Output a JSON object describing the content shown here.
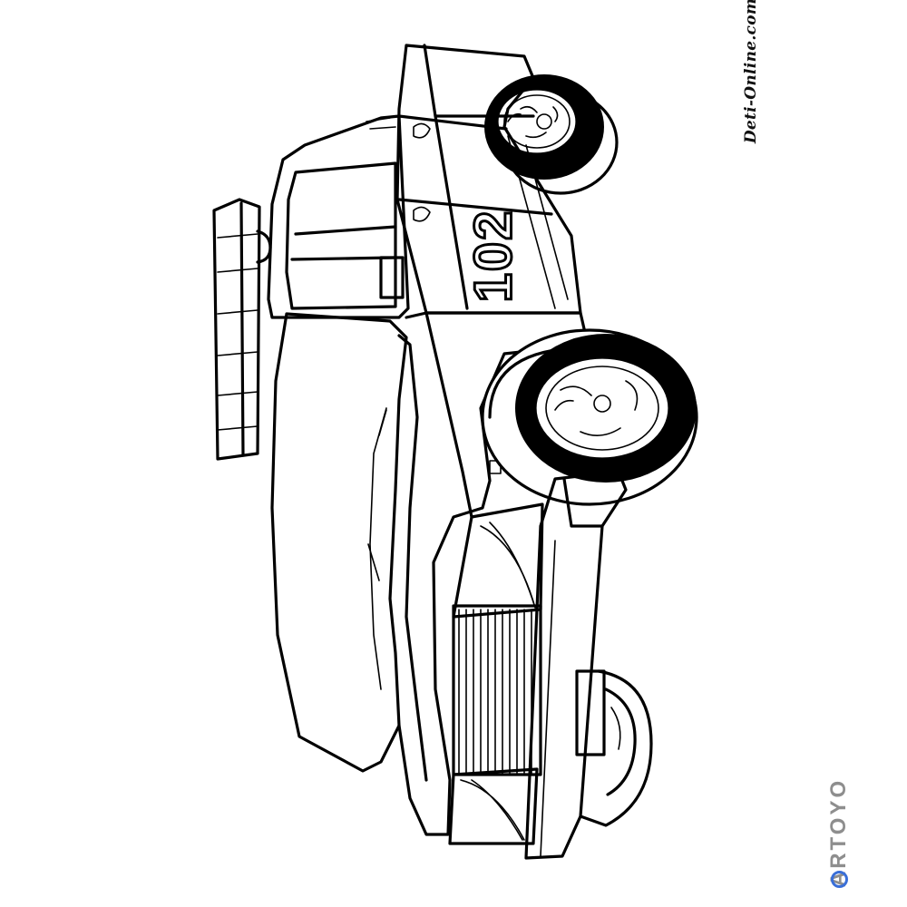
{
  "illustration": {
    "subject": "coloring page line drawing of a pickup truck",
    "race_number": "102",
    "line_color": "#000000",
    "background_color": "#ffffff"
  },
  "watermark": {
    "text": "Deti-Online.com"
  },
  "brand": {
    "logo_text": "ARTOYO",
    "logo_color": "#8e8e8e",
    "accent_color": "#3a6fd8"
  }
}
